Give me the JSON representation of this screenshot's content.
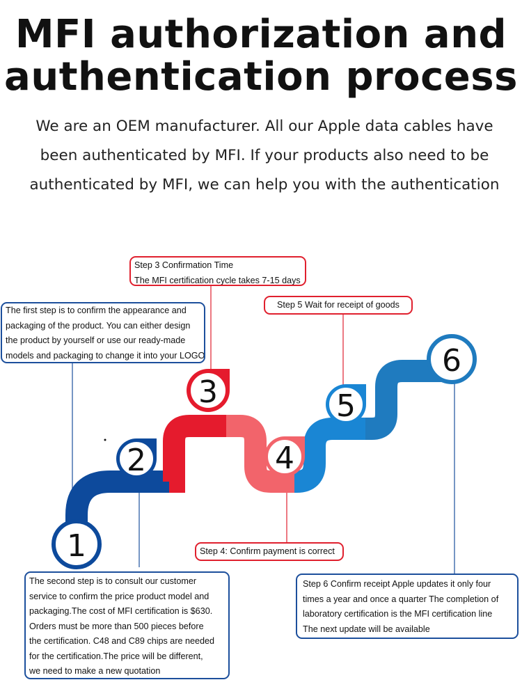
{
  "title": {
    "line1": "MFI authorization and",
    "line2": "authentication process"
  },
  "intro": {
    "line1": "We are an OEM manufacturer. All our Apple data cables have",
    "line2": "been authenticated by MFI. If your products also need to be",
    "line3": "authenticated by MFI, we can help you with the authentication"
  },
  "steps": {
    "n1": "1",
    "n2": "2",
    "n3": "3",
    "n4": "4",
    "n5": "5",
    "n6": "6"
  },
  "boxes": {
    "step1": {
      "lines": [
        "The first step is to confirm the appearance and",
        "packaging of the product. You can either design",
        "the product by yourself or use our ready-made",
        "models and packaging to change it into your LOGO"
      ]
    },
    "step2": {
      "lines": [
        "The second step is to consult our customer",
        "service to confirm the price product model and",
        "packaging.The cost of MFI certification is $630.",
        "Orders must be more than 500 pieces before",
        "the certification. C48 and C89 chips are needed",
        "for the certification.The price will be different,",
        "we need to make a new quotation"
      ]
    },
    "step3": {
      "lines": [
        "Step 3 Confirmation Time",
        "The MFI certification cycle takes 7-15 days"
      ]
    },
    "step4": {
      "lines": [
        "Step 4: Confirm payment is correct"
      ]
    },
    "step5": {
      "lines": [
        "Step 5 Wait for receipt of goods"
      ]
    },
    "step6": {
      "lines": [
        "Step 6 Confirm receipt Apple updates it only four",
        "times a year and once a quarter The completion of",
        "laboratory certification is the MFI certification line",
        "The next update will be available"
      ]
    }
  },
  "colors": {
    "dark_blue": "#0d4a9c",
    "red": "#e51b2d",
    "pink": "#f2646b",
    "blue": "#1a86d4",
    "steel_blue": "#1f7bbf"
  }
}
